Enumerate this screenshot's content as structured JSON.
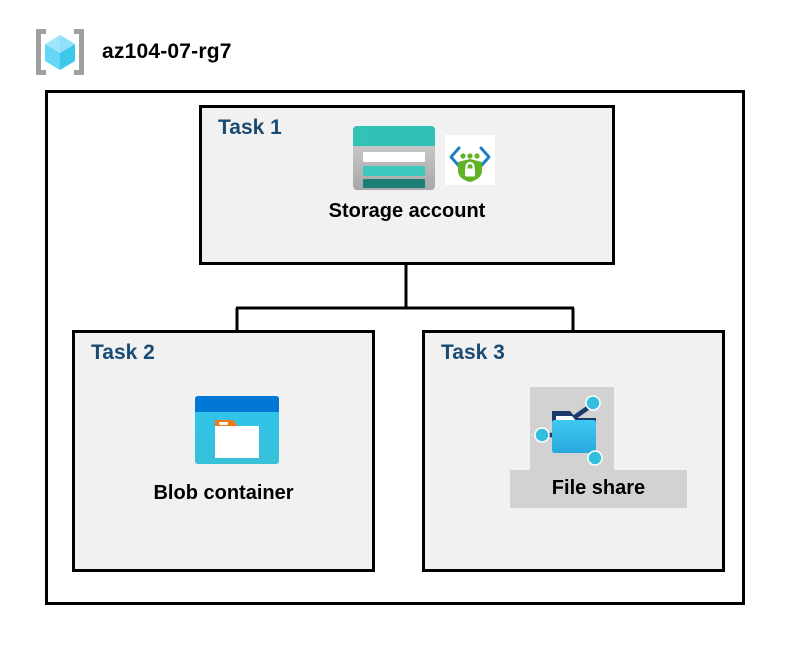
{
  "header": {
    "title": "az104-07-rg7",
    "icon": "resource-group-icon"
  },
  "diagram": {
    "container_name": "resource-group-container",
    "tasks": [
      {
        "id": "task1",
        "label": "Task 1",
        "node_caption": "Storage account",
        "icons": [
          "storage-account-icon",
          "secure-endpoint-icon"
        ]
      },
      {
        "id": "task2",
        "label": "Task 2",
        "node_caption": "Blob container",
        "icons": [
          "blob-container-icon"
        ]
      },
      {
        "id": "task3",
        "label": "Task 3",
        "node_caption": "File share",
        "icons": [
          "file-share-icon"
        ]
      }
    ],
    "connections": [
      {
        "from": "Storage account",
        "to": "Blob container"
      },
      {
        "from": "Storage account",
        "to": "File share"
      }
    ]
  },
  "colors": {
    "task_label": "#1b4a72",
    "box_border": "#000000",
    "box_fill": "#f1f1f1",
    "page_background": "#ffffff",
    "selection_band": "#d2d2d2",
    "azure_blue": "#0078d4",
    "cyan": "#32bedd",
    "teal": "#32bfb5",
    "teal_dark": "#1b7e77",
    "green": "#5fb325",
    "orange": "#f07a1a",
    "gray_bracket": "#a0a0a0"
  }
}
